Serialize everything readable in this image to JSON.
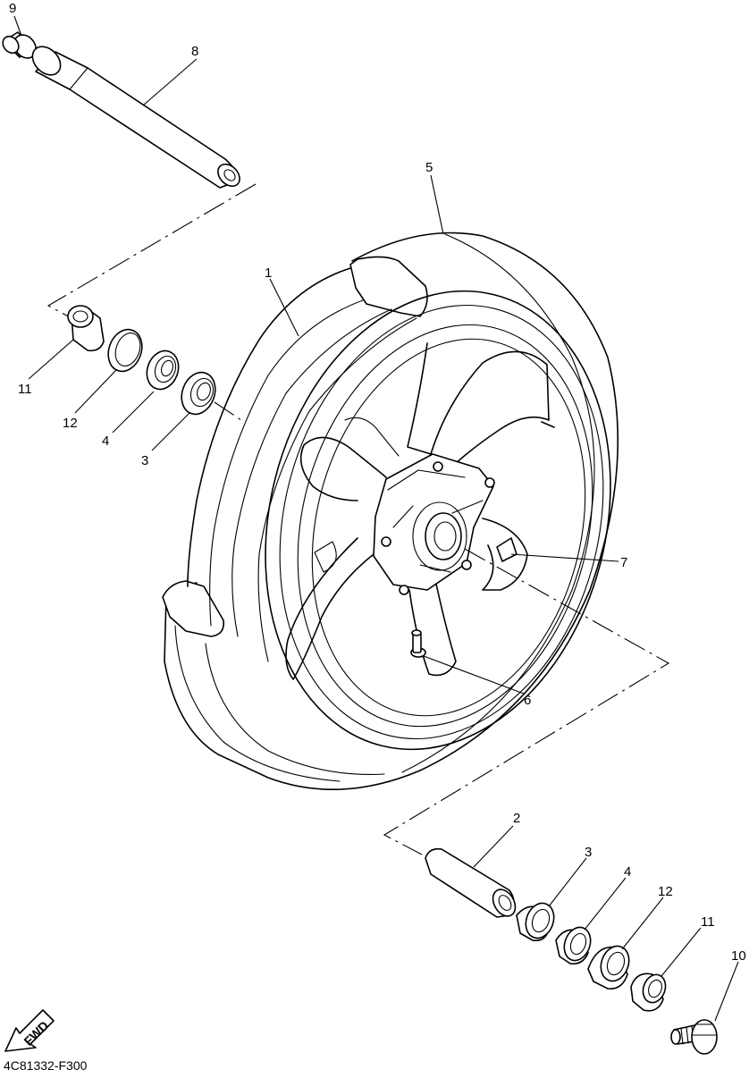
{
  "diagram": {
    "reference_code": "4C81332-F300",
    "direction_marker": "FWD",
    "callouts": {
      "c1": "1",
      "c2": "2",
      "c3a": "3",
      "c3b": "3",
      "c4a": "4",
      "c4b": "4",
      "c5": "5",
      "c6": "6",
      "c7": "7",
      "c8": "8",
      "c9": "9",
      "c10": "10",
      "c11a": "11",
      "c11b": "11",
      "c12a": "12",
      "c12b": "12"
    }
  }
}
